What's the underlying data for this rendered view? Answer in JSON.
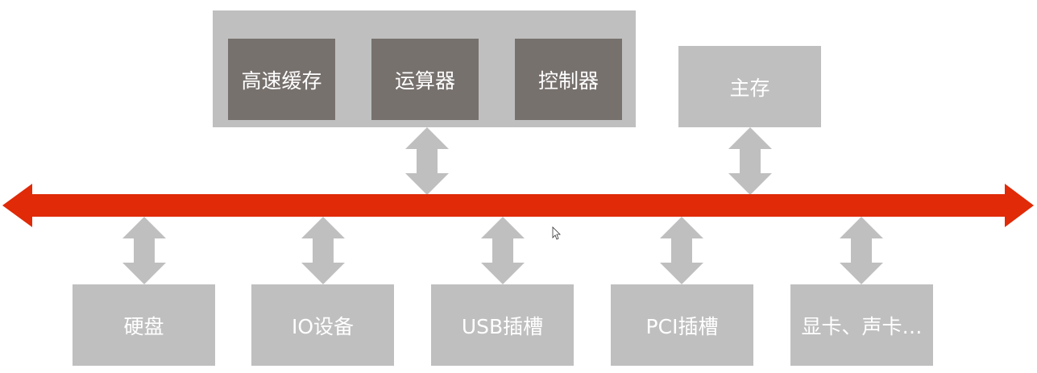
{
  "colors": {
    "bus": "#e02a08",
    "box": "#bfbfbf",
    "inner_box": "#77716e",
    "arrow": "#bfbfbf",
    "text": "#ffffff"
  },
  "cpu": {
    "cache": "高速缓存",
    "alu": "运算器",
    "controller": "控制器"
  },
  "memory": "主存",
  "devices": {
    "disk": "硬盘",
    "io": "IO设备",
    "usb": "USB插槽",
    "pci": "PCI插槽",
    "cards": "显卡、声卡…"
  }
}
